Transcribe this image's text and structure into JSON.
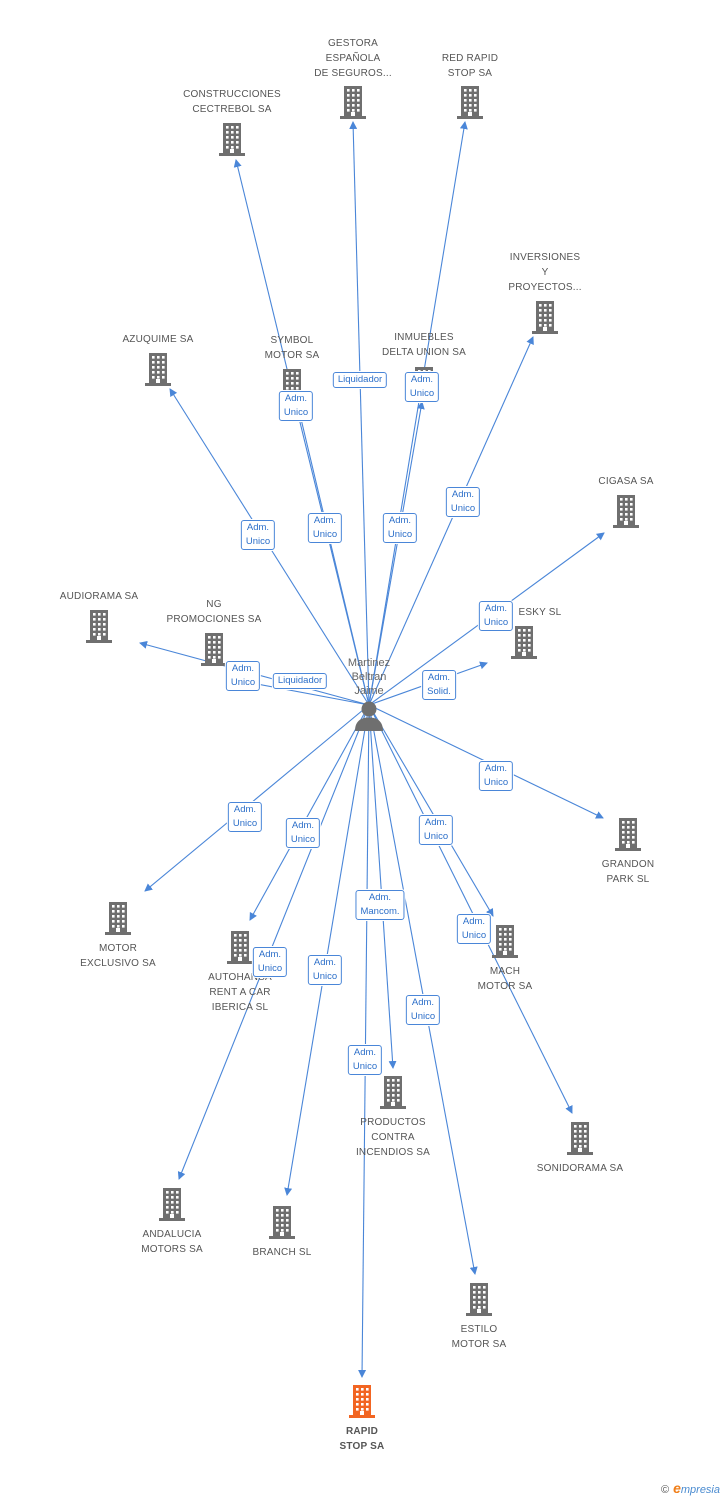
{
  "colors": {
    "edge": "#4a86d8",
    "building": "#6f6f6f",
    "focus": "#f26522",
    "person": "#6f6f6f"
  },
  "person": {
    "name_lines": [
      "Martinez",
      "Beltran",
      "Jaime"
    ],
    "icon": "person-icon"
  },
  "companies": [
    {
      "id": "gestora",
      "lines": [
        "GESTORA",
        "ESPAÑOLA",
        "DE SEGUROS..."
      ]
    },
    {
      "id": "red-rapid",
      "lines": [
        "RED RAPID",
        "STOP SA"
      ]
    },
    {
      "id": "construcciones",
      "lines": [
        "CONSTRUCCIONES",
        "CECTREBOL SA"
      ]
    },
    {
      "id": "inversiones",
      "lines": [
        "INVERSIONES",
        "Y",
        "PROYECTOS..."
      ]
    },
    {
      "id": "azuquime",
      "lines": [
        "AZUQUIME SA"
      ]
    },
    {
      "id": "symbol",
      "lines": [
        "SYMBOL",
        "MOTOR SA"
      ]
    },
    {
      "id": "inmuebles",
      "lines": [
        "INMUEBLES",
        "DELTA UNION SA"
      ]
    },
    {
      "id": "cigasa",
      "lines": [
        "CIGASA SA"
      ]
    },
    {
      "id": "audiorama",
      "lines": [
        "AUDIORAMA SA"
      ]
    },
    {
      "id": "ng",
      "lines": [
        "NG",
        "PROMOCIONES SA"
      ]
    },
    {
      "id": "esky",
      "lines": [
        "ESKY SL"
      ]
    },
    {
      "id": "grandon",
      "lines": [
        "GRANDON",
        "PARK SL"
      ]
    },
    {
      "id": "motor-exclusivo",
      "lines": [
        "MOTOR",
        "EXCLUSIVO SA"
      ]
    },
    {
      "id": "autohansa",
      "lines": [
        "AUTOHANSA",
        "RENT A CAR",
        "IBERICA SL"
      ]
    },
    {
      "id": "mach",
      "lines": [
        "MACH",
        "MOTOR SA"
      ]
    },
    {
      "id": "productos",
      "lines": [
        "PRODUCTOS",
        "CONTRA",
        "INCENDIOS SA"
      ]
    },
    {
      "id": "sonidorama",
      "lines": [
        "SONIDORAMA SA"
      ]
    },
    {
      "id": "andalucia",
      "lines": [
        "ANDALUCIA",
        "MOTORS SA"
      ]
    },
    {
      "id": "branch",
      "lines": [
        "BRANCH SL"
      ]
    },
    {
      "id": "estilo",
      "lines": [
        "ESTILO",
        "MOTOR SA"
      ]
    },
    {
      "id": "rapid-stop",
      "lines": [
        "RAPID",
        "STOP SA"
      ],
      "focus": true
    }
  ],
  "relations": [
    {
      "lines": [
        "Liquidador"
      ]
    },
    {
      "lines": [
        "Adm.",
        "Unico"
      ]
    },
    {
      "lines": [
        "Adm.",
        "Unico"
      ]
    },
    {
      "lines": [
        "Adm.",
        "Unico"
      ]
    },
    {
      "lines": [
        "Adm.",
        "Unico"
      ]
    },
    {
      "lines": [
        "Adm.",
        "Unico"
      ]
    },
    {
      "lines": [
        "Adm.",
        "Unico"
      ]
    },
    {
      "lines": [
        "Adm.",
        "Unico"
      ]
    },
    {
      "lines": [
        "Adm.",
        "Unico"
      ]
    },
    {
      "lines": [
        "Liquidador"
      ]
    },
    {
      "lines": [
        "Adm.",
        "Solid."
      ]
    },
    {
      "lines": [
        "Adm.",
        "Unico"
      ]
    },
    {
      "lines": [
        "Adm.",
        "Unico"
      ]
    },
    {
      "lines": [
        "Adm.",
        "Unico"
      ]
    },
    {
      "lines": [
        "Adm.",
        "Unico"
      ]
    },
    {
      "lines": [
        "Adm.",
        "Mancom."
      ]
    },
    {
      "lines": [
        "Adm.",
        "Unico"
      ]
    },
    {
      "lines": [
        "Adm.",
        "Unico"
      ]
    },
    {
      "lines": [
        "Adm.",
        "Unico"
      ]
    },
    {
      "lines": [
        "Adm.",
        "Unico"
      ]
    },
    {
      "lines": [
        "Adm.",
        "Unico"
      ]
    }
  ],
  "footer": {
    "copyright": "©",
    "brand_initial": "e",
    "brand_rest": "mpresia"
  }
}
